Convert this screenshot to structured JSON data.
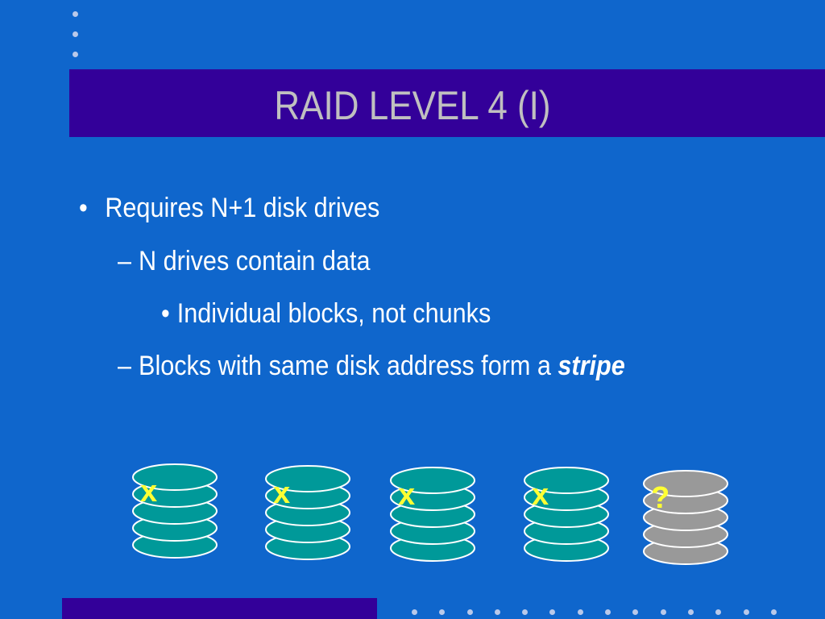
{
  "slide": {
    "title": "RAID  LEVEL 4 (I)",
    "bullets": [
      {
        "marker": "•",
        "text": "Requires N+1 disk drives"
      },
      {
        "marker": "–",
        "text": "N drives contain data"
      },
      {
        "marker": "•",
        "text": "Individual blocks, not chunks"
      },
      {
        "marker": "–",
        "text": "Blocks with same disk address form a ",
        "emphasis": "stripe"
      }
    ]
  },
  "disks": [
    {
      "label": "x",
      "role": "data",
      "color": "#009999"
    },
    {
      "label": "x",
      "role": "data",
      "color": "#009999"
    },
    {
      "label": "x",
      "role": "data",
      "color": "#009999"
    },
    {
      "label": "x",
      "role": "data",
      "color": "#009999"
    },
    {
      "label": "?",
      "role": "parity",
      "color": "#999999"
    }
  ],
  "colors": {
    "background": "#0f66cc",
    "title_bar": "#330099",
    "title_text": "#c0c0c0",
    "body_text": "#ffffff",
    "disk_label": "#ffff33"
  }
}
